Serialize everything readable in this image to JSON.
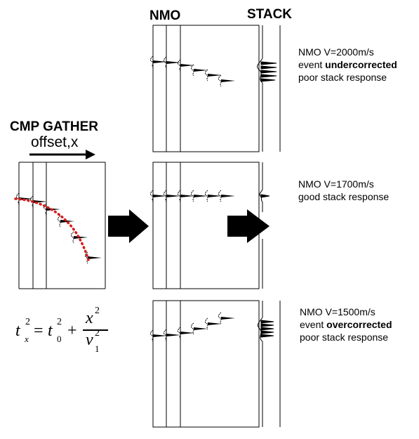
{
  "headings": {
    "nmo": "NMO",
    "stack": "STACK",
    "cmp_gather": "CMP GATHER",
    "offset": "offset,x"
  },
  "notes": [
    {
      "line1": "NMO V=2000m/s",
      "line2_prefix": "event ",
      "line2_bold": "undercorrected",
      "line3": "poor stack response"
    },
    {
      "line1": "NMO V=1700m/s",
      "line2": "good stack response"
    },
    {
      "line1": "NMO V=1500m/s",
      "line2_prefix": "event ",
      "line2_bold": "overcorrected",
      "line3": "poor stack response"
    }
  ],
  "equation": {
    "lhs_base": "t",
    "lhs_sub": "x",
    "lhs_sup": "2",
    "eq": "=",
    "t0_base": "t",
    "t0_sub": "0",
    "t0_sup": "2",
    "plus": "+",
    "num_base": "x",
    "num_sup": "2",
    "den_base": "v",
    "den_sub": "1",
    "den_sup": "2"
  },
  "colors": {
    "ink": "#000000",
    "hyperbola": "#d81c1c"
  }
}
